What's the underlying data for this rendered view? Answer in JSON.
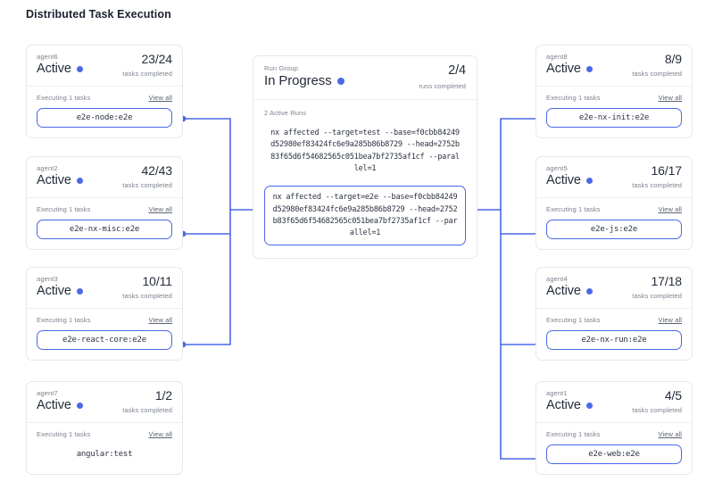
{
  "page": {
    "title": "Distributed Task Execution"
  },
  "colors": {
    "accent": "#4a69e8",
    "wire": "#4a69e8",
    "card_border": "#e6e8ec",
    "muted": "#7b828f"
  },
  "labels": {
    "executing": "Executing 1 tasks",
    "view_all": "View all",
    "tasks_completed": "tasks completed",
    "runs_completed": "runs completed"
  },
  "run_group": {
    "name": "Run Group",
    "status": "In Progress",
    "count": "2/4",
    "count_label": "runs completed",
    "active_runs_label": "2 Active Runs",
    "runs": [
      {
        "command": "nx affected --target=test --base=f0cbb84249d52980ef83424fc6e9a285b86b8729 --head=2752b83f65d6f54682565c051bea7bf2735af1cf --parallel=1",
        "highlighted": false
      },
      {
        "command": "nx affected --target=e2e --base=f0cbb84249d52980ef83424fc6e9a285b86b8729 --head=2752b83f65d6f54682565c051bea7bf2735af1cf --parallel=1",
        "highlighted": true
      }
    ]
  },
  "agents_left": [
    {
      "name": "agent6",
      "status": "Active",
      "count": "23/24",
      "count_label": "tasks completed",
      "executing": "Executing 1 tasks",
      "view_all": "View all",
      "task": "e2e-node:e2e",
      "boxed": true
    },
    {
      "name": "agent2",
      "status": "Active",
      "count": "42/43",
      "count_label": "tasks completed",
      "executing": "Executing 1 tasks",
      "view_all": "View all",
      "task": "e2e-nx-misc:e2e",
      "boxed": true
    },
    {
      "name": "agent3",
      "status": "Active",
      "count": "10/11",
      "count_label": "tasks completed",
      "executing": "Executing 1 tasks",
      "view_all": "View all",
      "task": "e2e-react-core:e2e",
      "boxed": true
    },
    {
      "name": "agent7",
      "status": "Active",
      "count": "1/2",
      "count_label": "tasks completed",
      "executing": "Executing 1 tasks",
      "view_all": "View all",
      "task": "angular:test",
      "boxed": false
    }
  ],
  "agents_right": [
    {
      "name": "agent8",
      "status": "Active",
      "count": "8/9",
      "count_label": "tasks completed",
      "executing": "Executing 1 tasks",
      "view_all": "View all",
      "task": "e2e-nx-init:e2e",
      "boxed": true
    },
    {
      "name": "agent5",
      "status": "Active",
      "count": "16/17",
      "count_label": "tasks completed",
      "executing": "Executing 1 tasks",
      "view_all": "View all",
      "task": "e2e-js:e2e",
      "boxed": true
    },
    {
      "name": "agent4",
      "status": "Active",
      "count": "17/18",
      "count_label": "tasks completed",
      "executing": "Executing 1 tasks",
      "view_all": "View all",
      "task": "e2e-nx-run:e2e",
      "boxed": true
    },
    {
      "name": "agent1",
      "status": "Active",
      "count": "4/5",
      "count_label": "tasks completed",
      "executing": "Executing 1 tasks",
      "view_all": "View all",
      "task": "e2e-web:e2e",
      "boxed": true
    }
  ]
}
